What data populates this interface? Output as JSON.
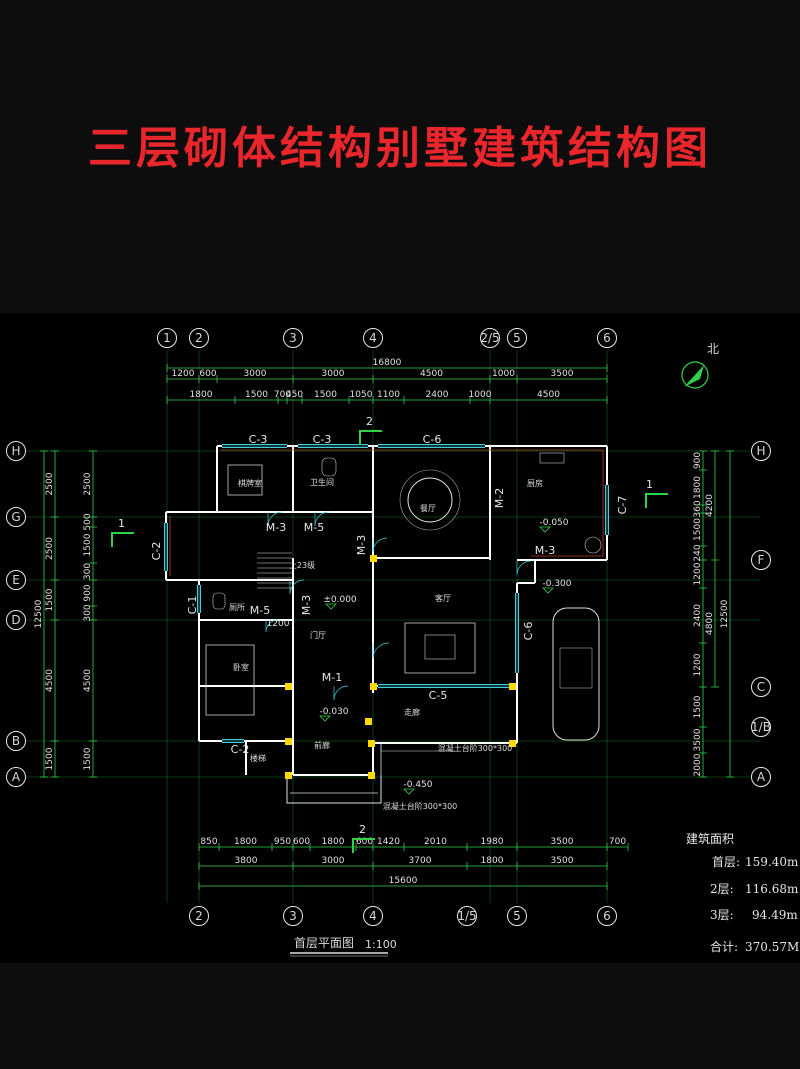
{
  "title": "三层砌体结构别墅建筑结构图",
  "north_label": "北",
  "axes": {
    "top": [
      "1",
      "2",
      "3",
      "4",
      "2/5",
      "5",
      "6"
    ],
    "bottom": [
      "2",
      "3",
      "4",
      "1/5",
      "5",
      "6"
    ],
    "left": [
      "H",
      "G",
      "E",
      "D",
      "B",
      "A"
    ],
    "right": [
      "H",
      "F",
      "C",
      "1/B",
      "A"
    ]
  },
  "dims": {
    "top_total": "16800",
    "top_row1": [
      "1200",
      "600",
      "3000",
      "3000",
      "4500",
      "1000",
      "3500"
    ],
    "top_row2": [
      "1800",
      "1500",
      "700",
      "450",
      "1500",
      "1050",
      "1100",
      "2400",
      "1000",
      "4500"
    ],
    "bottom_row1": [
      "850",
      "1800",
      "950",
      "600",
      "1800",
      "600",
      "1420",
      "2010",
      "1980",
      "3500",
      "700"
    ],
    "bottom_row2": [
      "3800",
      "3000",
      "3700",
      "1800",
      "3500"
    ],
    "bottom_total": "15600",
    "left_outer": [
      "2500",
      "2500",
      "1500",
      "4500",
      "1500"
    ],
    "left_inner": [
      "2500",
      "500",
      "1500",
      "300",
      "900",
      "300",
      "4500",
      "1500"
    ],
    "left_total": "12500",
    "right_inner": [
      "900",
      "1800",
      "360",
      "1500",
      "240",
      "1200",
      "2400",
      "1200",
      "1500",
      "3500",
      "2000"
    ],
    "right_mid": [
      "4200",
      "4800"
    ],
    "right_total": "12500"
  },
  "rooms": [
    "棋牌室",
    "卫生间",
    "餐厅",
    "厨房",
    "厕所",
    "卧室",
    "门厅",
    "客厅",
    "走廊",
    "前廊",
    "楼梯"
  ],
  "tags": {
    "windows": [
      "C-3",
      "C-3",
      "C-6",
      "C-2",
      "C-7",
      "C-1",
      "C-6",
      "C-5",
      "C-2"
    ],
    "doors": [
      "M-3",
      "M-5",
      "M-3",
      "M-2",
      "M-3",
      "M-5",
      "M-3",
      "M-1"
    ],
    "section_marks": [
      "1",
      "1",
      "2",
      "2"
    ],
    "stair_label": "上23级",
    "extra_dim": "1200"
  },
  "elevations": [
    "±0.000",
    "-0.050",
    "-0.300",
    "-0.030",
    "-0.450"
  ],
  "notes": [
    "混凝土台阶300*300",
    "混凝土台阶300*300"
  ],
  "drawing_title": "首层平面图",
  "drawing_scale": "1:100",
  "area": {
    "heading": "建筑面积",
    "rows": [
      {
        "label": "首层:",
        "value": "159.40m"
      },
      {
        "label": "2层:",
        "value": "116.68m"
      },
      {
        "label": "3层:",
        "value": "94.49m"
      },
      {
        "label": "合计:",
        "value": "370.57M"
      }
    ]
  },
  "colors": {
    "title": "#e8262c",
    "dimension": "#2fd34a",
    "axis_line": "#2fd34a",
    "wall": "#ffffff",
    "window": "#3fd0e0",
    "column": "#ffd800",
    "tag": "#2fd34a",
    "section": "#2fd34a"
  }
}
